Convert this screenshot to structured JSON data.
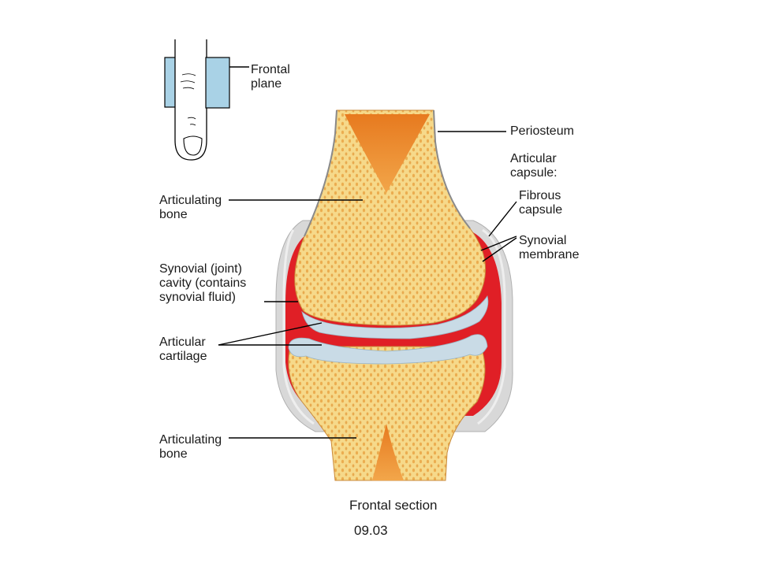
{
  "labels": {
    "frontal_plane": "Frontal\nplane",
    "periosteum": "Periosteum",
    "articular_capsule": "Articular\ncapsule:",
    "fibrous_capsule": "Fibrous\ncapsule",
    "synovial_membrane": "Synovial\nmembrane",
    "articulating_bone_top": "Articulating\nbone",
    "synovial_cavity": "Synovial (joint)\ncavity (contains\nsynovial fluid)",
    "articular_cartilage": "Articular\ncartilage",
    "articulating_bone_bottom": "Articulating\nbone"
  },
  "caption": {
    "section": "Frontal section",
    "figure_number": "09.03"
  },
  "colors": {
    "bone": "#f6d98a",
    "bone_pores": "#e8a341",
    "marrow": "#ea8a2a",
    "synovial_fluid": "#e01f26",
    "cartilage": "#c9dbe6",
    "capsule": "#d8d8d8",
    "plane": "#a9d2e6",
    "leader": "#000000"
  },
  "icons": [
    "finger-sketch-icon"
  ]
}
